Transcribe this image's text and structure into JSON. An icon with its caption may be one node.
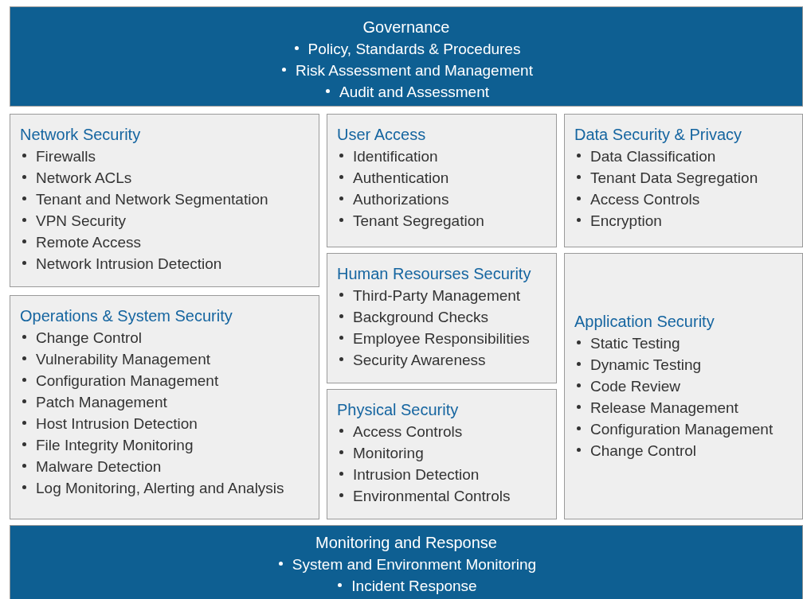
{
  "diagram": {
    "nodes": [
      {
        "text": [
          "Governance",
          "Policy, Standards & Procedures",
          "Risk Assessment and Management",
          "Audit and Assessment"
        ]
      },
      {
        "text": [
          "Network Security",
          "Firewalls",
          "Network ACLs",
          "Tenant and Network Segmentation",
          "VPN Security",
          "Remote Access",
          "Network Intrusion Detection"
        ]
      },
      {
        "text": [
          "User Access",
          "Identification",
          "Authentication",
          "Authorizations",
          "Tenant Segregation"
        ]
      },
      {
        "text": [
          "Data Security & Privacy",
          "Data Classification",
          "Tenant Data Segregation",
          "Access Controls",
          "Encryption"
        ]
      },
      {
        "text": [
          "Human Resourses Security",
          "Third-Party Management",
          "Background Checks",
          "Employee Responsibilities",
          "Security Awareness"
        ]
      },
      {
        "text": [
          "Operations & System Security",
          "Change Control",
          "Vulnerability Management",
          "Configuration Management",
          "Patch Management",
          "Host Intrusion Detection",
          "File Integrity Monitoring",
          "Malware Detection",
          "Log Monitoring, Alerting and Analysis"
        ]
      },
      {
        "text": [
          "Application Security",
          "Static Testing",
          "Dynamic Testing",
          "Code Review",
          "Release Management",
          "Configuration Management",
          "Change Control"
        ]
      },
      {
        "text": [
          "Physical Security",
          "Access Controls",
          "Monitoring",
          "Intrusion Detection",
          "Environmental Controls"
        ]
      },
      {
        "text": [
          "Monitoring and Response",
          "System and Environment Monitoring",
          "Incident Response"
        ]
      }
    ]
  }
}
